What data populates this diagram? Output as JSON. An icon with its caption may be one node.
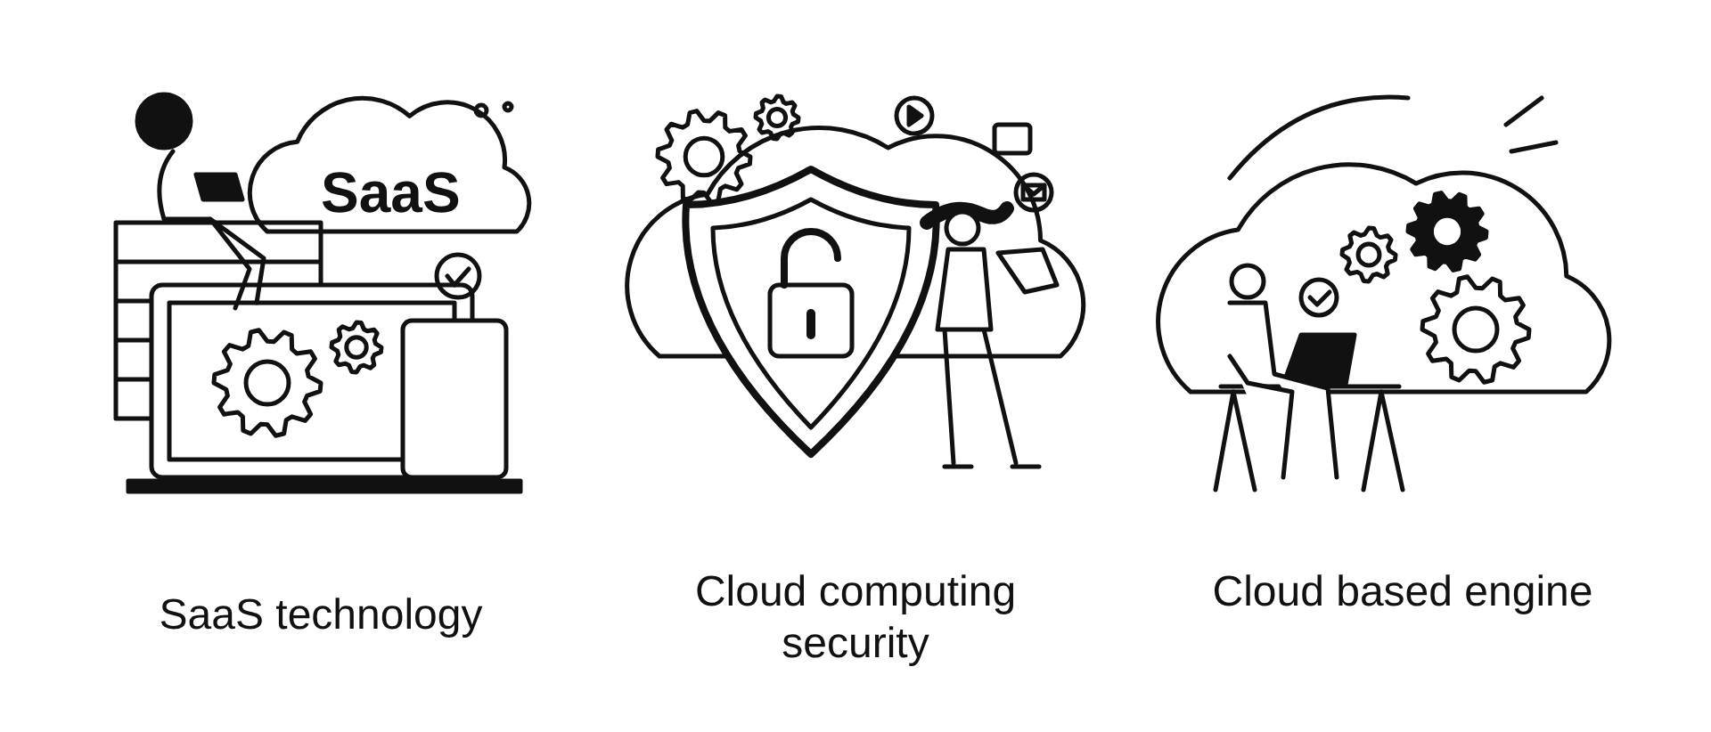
{
  "diagram": {
    "labels": [
      "SaaS",
      "SaaS technology",
      "Cloud computing security",
      "Cloud based engine"
    ]
  }
}
